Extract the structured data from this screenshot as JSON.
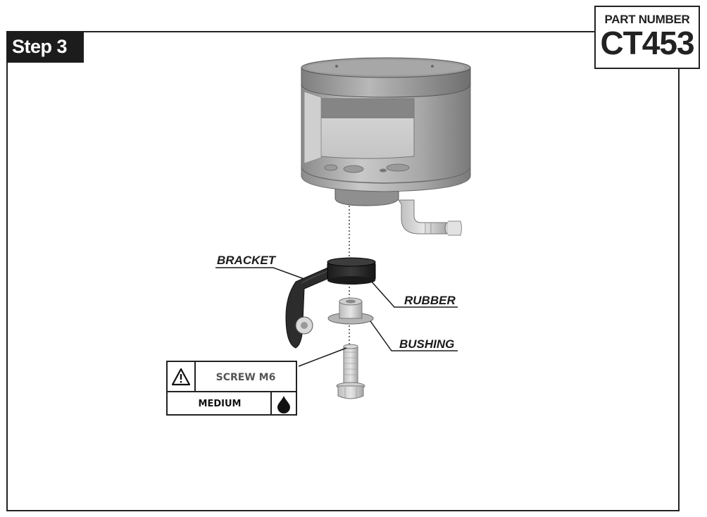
{
  "step": {
    "label": "Step 3"
  },
  "part": {
    "label": "PART NUMBER",
    "number": "CT453"
  },
  "callouts": {
    "bracket": "BRACKET",
    "rubber": "RUBBER",
    "bushing": "BUSHING"
  },
  "screw_spec": {
    "screw": "SCREW M6",
    "strength": "MEDIUM",
    "warning_icon": "warning-triangle-icon",
    "drop_icon": "drop-icon"
  }
}
